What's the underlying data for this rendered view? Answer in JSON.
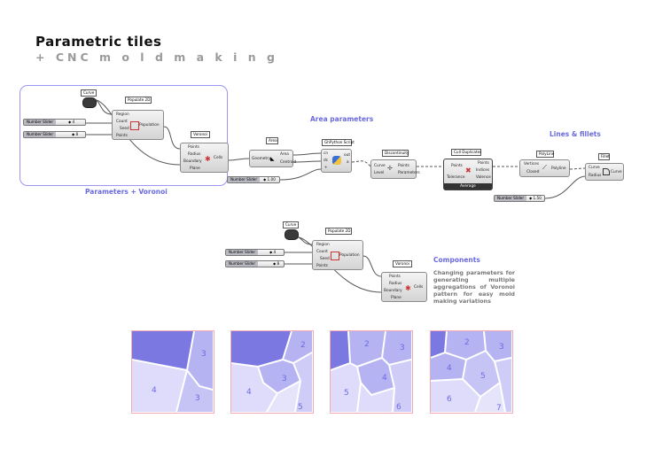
{
  "title": "Parametric  tiles",
  "subtitle": "+ CNC m o l d   m a k i n g",
  "labels": {
    "parameters_voronoi": "Parameters + Voronoi",
    "area_parameters": "Area parameters",
    "lines_fillets": "Lines & fillets",
    "components": "Components",
    "description": "Changing parameters for generating multiple aggregations of Voronoi pattern for easy mold making variations"
  },
  "nodes": {
    "curve": "Curve",
    "populate": "Populate 2D",
    "populate_inputs": [
      "Region",
      "Count",
      "Seed",
      "Points"
    ],
    "populate_output": "Population",
    "voronoi": "Voronoi",
    "voronoi_inputs": [
      "Points",
      "Radius",
      "Boundary",
      "Plane"
    ],
    "voronoi_output": "Cells",
    "area": "Area",
    "area_input": "Geometry",
    "area_outputs": [
      "Area",
      "Centroid"
    ],
    "python": "GhPython Script",
    "python_inputs": [
      "cn",
      "dc",
      "+"
    ],
    "python_outputs": [
      "out",
      "a"
    ],
    "discontinuity": "Discontinuity",
    "disc_inputs": [
      "Curve",
      "Level"
    ],
    "disc_outputs": [
      "Points",
      "Parameters"
    ],
    "cull": "Cull Duplicates",
    "cull_inputs": [
      "Points",
      "Tolerance"
    ],
    "cull_outputs": [
      "Points",
      "Indices",
      "Valence"
    ],
    "cull_footer": "Average",
    "polyline": "PolyLine",
    "polyline_inputs": [
      "Vertices",
      "Closed"
    ],
    "polyline_output": "Polyline",
    "fillet": "Fillet",
    "fillet_inputs": [
      "Curve",
      "Radius"
    ],
    "fillet_output": "Curve",
    "slider_name": "Number Slider",
    "slider_values": [
      "◆ 4",
      "◆ 8",
      "◆ 1.00",
      "◆ 1.50",
      "◆ 4",
      "◆ 8"
    ]
  },
  "tiles": [
    {
      "labels": [
        "3",
        "4",
        "3"
      ]
    },
    {
      "labels": [
        "2",
        "3",
        "4",
        "5"
      ]
    },
    {
      "labels": [
        "2",
        "3",
        "4",
        "5",
        "6"
      ]
    },
    {
      "labels": [
        "2",
        "3",
        "4",
        "5",
        "6",
        "7"
      ]
    }
  ],
  "colors": {
    "accent": "#6a6adf",
    "frame": "#9c96f2",
    "tile_border": "#f2a9b6",
    "cell_dark": "#7c78e2",
    "cell_mid": "#a7a4ef",
    "cell_light": "#cfcdf7",
    "cell_pale": "#e6e4fb"
  }
}
